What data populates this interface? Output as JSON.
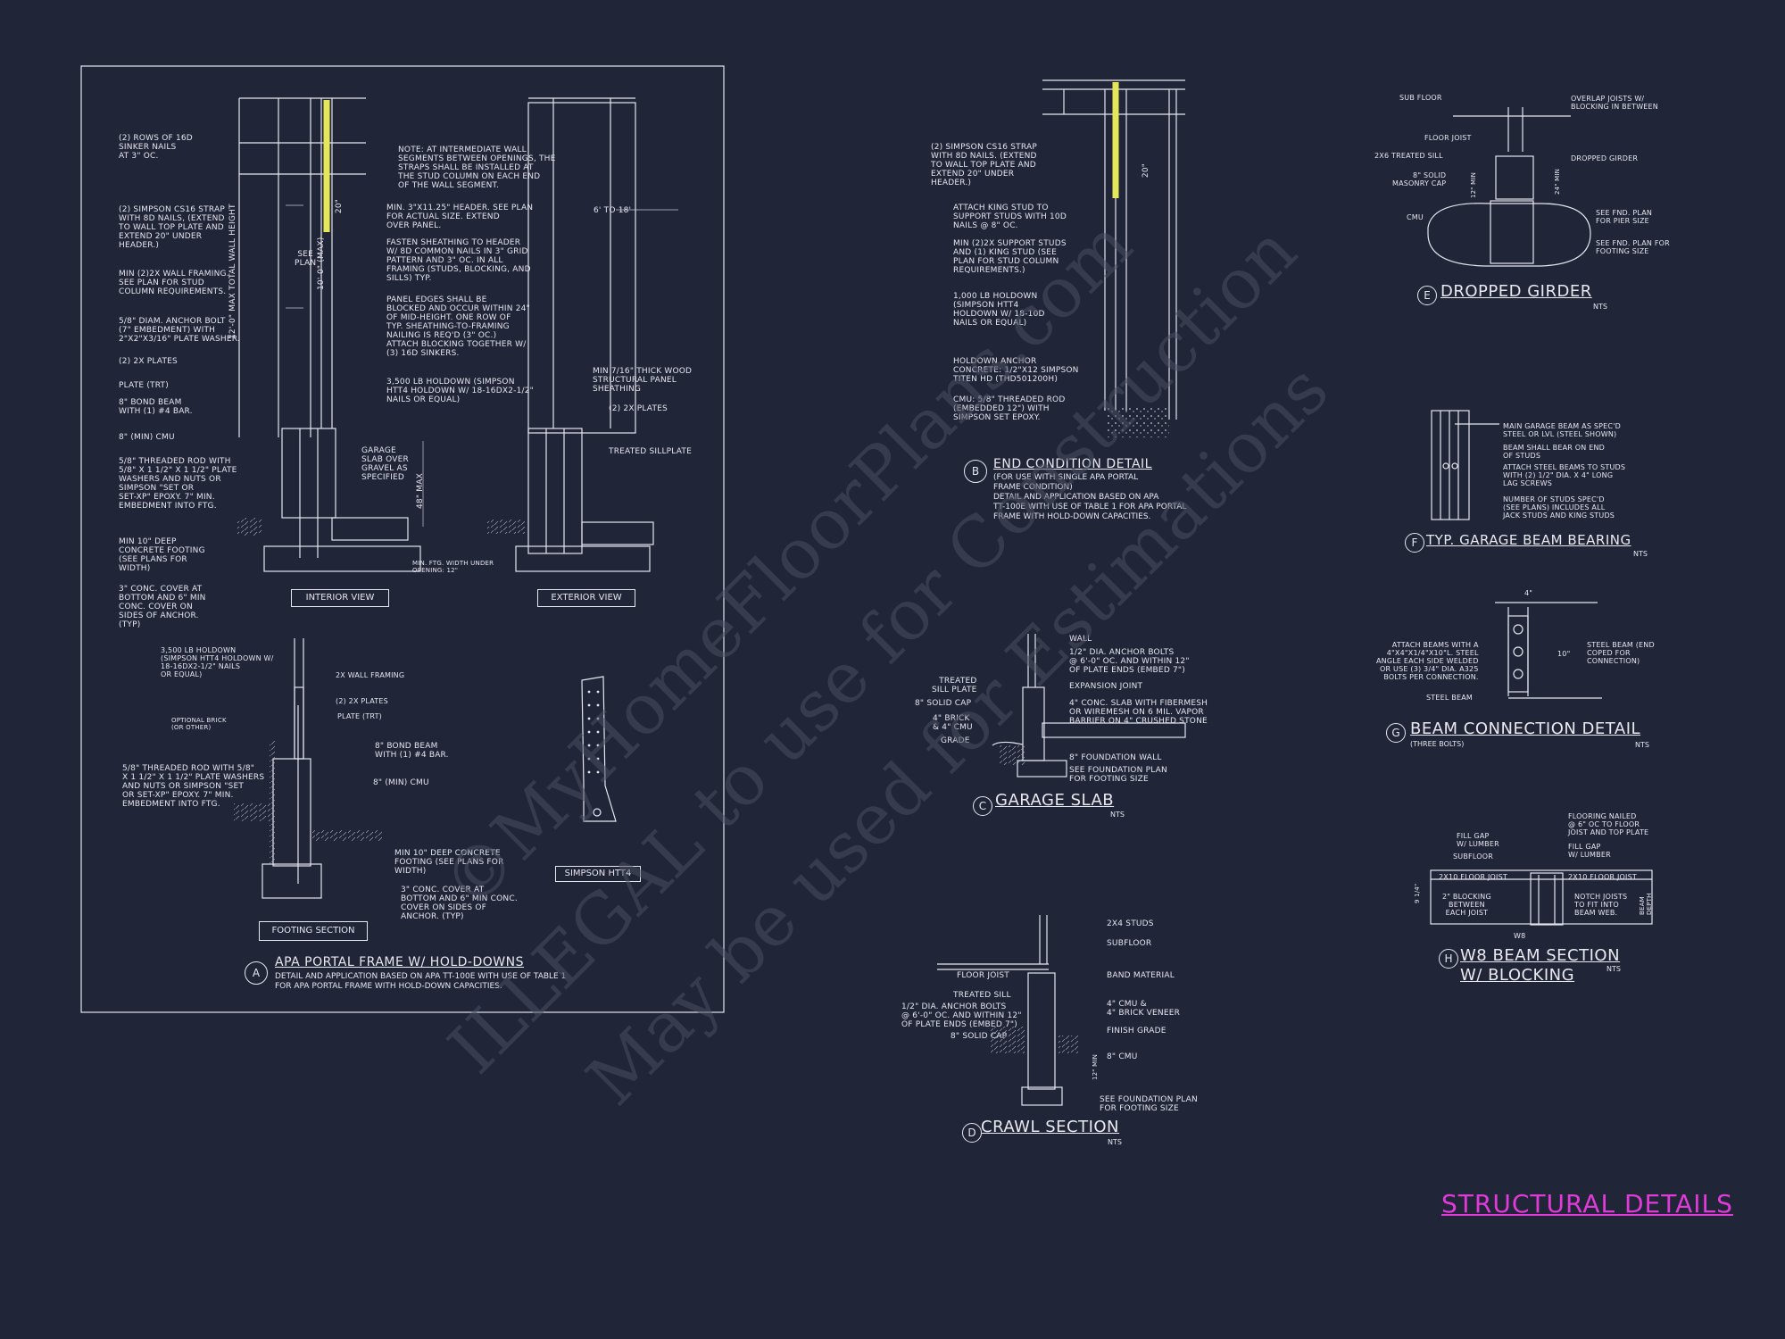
{
  "sheet_title": "STRUCTURAL DETAILS",
  "watermark": {
    "line1": "©MyHomeFloorPlans.com",
    "line2": "ILLEGAL to use for Construction",
    "line3": "May be used for Estimations"
  },
  "detail_a": {
    "bubble": "A",
    "title": "APA PORTAL FRAME W/ HOLD-DOWNS",
    "subtitle": "DETAIL AND APPLICATION BASED ON APA TT-100E WITH USE OF TABLE 1\nFOR APA PORTAL FRAME WITH HOLD-DOWN CAPACITIES.",
    "interior_view": "INTERIOR VIEW",
    "exterior_view": "EXTERIOR VIEW",
    "footing_section": "FOOTING SECTION",
    "simpson_htt4": "SIMPSON HTT4",
    "see_plan": "SEE\nPLAN",
    "dim_20": "20\"",
    "dim_10_max": "10'-0\" (MAX)",
    "dim_12_max": "12'-0\" MAX TOTAL WALL HEIGHT",
    "dim_48_max": "48\" MAX",
    "dim_6_18": "6' TO 18'",
    "notes_left": [
      "(2) ROWS OF 16d\nSINKER NAILS\nAT 3\" OC.",
      "(2) SIMPSON CS16 STRAP\nWITH 8d NAILS, (EXTEND\nTO WALL TOP PLATE AND\nEXTEND 20\" UNDER\nHEADER.)",
      "MIN (2)2X WALL FRAMING.\nSEE PLAN FOR STUD\nCOLUMN REQUIREMENTS.",
      "5/8\" DIAM. ANCHOR BOLT\n(7\" EMBEDMENT) WITH\n2\"x2\"x3/16\" PLATE WASHER.",
      "(2) 2x PLATES",
      "PLATE (TRT)",
      "8\" BOND BEAM\nWITH (1) #4 BAR.",
      "8\" (MIN) CMU",
      "5/8\" THREADED ROD WITH\n5/8\" x 1 1/2\" x 1 1/2\" PLATE\nWASHERS AND NUTS OR\nSIMPSON \"SET OR\nSET-XP\" EPOXY. 7\" MIN.\nEMBEDMENT INTO FTG.",
      "MIN 10\" DEEP\nCONCRETE FOOTING\n(SEE PLANS FOR\nWIDTH)",
      "3\" CONC. COVER AT\nBOTTOM AND 6\" MIN\nCONC. COVER ON\nSIDES OF ANCHOR.\n(TYP)"
    ],
    "notes_mid": [
      "NOTE: AT INTERMEDIATE WALL\nSEGMENTS BETWEEN OPENINGS, THE\nSTRAPS SHALL BE INSTALLED AT\nTHE STUD COLUMN ON EACH END\nOF THE WALL SEGMENT.",
      "MIN. 3\"x11.25\" HEADER. SEE PLAN\nFOR ACTUAL SIZE. EXTEND\nOVER PANEL.",
      "FASTEN SHEATHING TO HEADER\nW/ 8d COMMON NAILS IN 3\" GRID\nPATTERN AND 3\" OC. IN ALL\nFRAMING (STUDS, BLOCKING, AND\nSILLS) TYP.",
      "PANEL EDGES SHALL BE\nBLOCKED AND OCCUR WITHIN 24\"\nOF MID-HEIGHT. ONE ROW OF\nTYP. SHEATHING-TO-FRAMING\nNAILING IS REQ'D (3\" OC.)\nATTACH BLOCKING TOGETHER W/\n(3) 16d SINKERS.",
      "3,500 LB HOLDOWN (SIMPSON\nHTT4 HOLDOWN W/ 18-16dx2-1/2\"\nNAILS OR EQUAL)",
      "GARAGE\nSLAB OVER\nGRAVEL AS\nSPECIFIED",
      "MIN. FTG. WIDTH UNDER\nOPENING: 12\""
    ],
    "notes_right": [
      "MIN 7/16\" THICK WOOD\nSTRUCTURAL PANEL\nSHEATHING",
      "(2) 2x PLATES",
      "TREATED SILLPLATE"
    ],
    "notes_footing": [
      "3,500 LB HOLDOWN\n(SIMPSON HTT4 HOLDOWN W/\n18-16dx2-1/2\" NAILS\nOR EQUAL)",
      "2X WALL FRAMING",
      "(2) 2x PLATES",
      "PLATE (TRT)",
      "OPTIONAL BRICK\n(OR OTHER)",
      "8\" BOND BEAM\nWITH (1) #4 BAR.",
      "8\" (MIN) CMU",
      "5/8\" THREADED ROD WITH 5/8\"\nx 1 1/2\" x 1 1/2\" PLATE WASHERS\nAND NUTS OR SIMPSON \"SET\nOR SET-XP\" EPOXY. 7\" MIN.\nEMBEDMENT INTO FTG.",
      "MIN 10\" DEEP CONCRETE\nFOOTING (SEE PLANS FOR\nWIDTH)",
      "3\" CONC. COVER AT\nBOTTOM AND 6\" MIN CONC.\nCOVER ON SIDES OF\nANCHOR. (TYP)"
    ]
  },
  "detail_b": {
    "bubble": "B",
    "title": "END CONDITION DETAIL",
    "subtitle": "(FOR USE WITH SINGLE APA PORTAL\nFRAME CONDITION)\nDETAIL AND APPLICATION BASED ON APA\nTT-100E WITH USE OF TABLE 1 FOR APA PORTAL\nFRAME WITH HOLD-DOWN CAPACITIES.",
    "dim_20": "20\"",
    "notes": [
      "(2) SIMPSON CS16 STRAP\nWITH 8d NAILS. (EXTEND\nTO WALL TOP PLATE AND\nEXTEND 20\" UNDER\nHEADER.)",
      "ATTACH KING STUD TO\nSUPPORT STUDS WITH 10d\nNAILS @ 8\" OC.",
      "MIN (2)2X SUPPORT STUDS\nAND (1) KING STUD (SEE\nPLAN FOR STUD COLUMN\nREQUIREMENTS.)",
      "1,000 LB HOLDOWN\n(SIMPSON HTT4\nHOLDOWN W/ 18-10d\nNAILS OR EQUAL)",
      "HOLDOWN ANCHOR\nCONCRETE: 1/2\"x12 SIMPSON\nTITEN HD (THD501200H)",
      "CMU: 5/8\" THREADED ROD\n(EMBEDDED 12\") WITH\nSIMPSON SET EPOXY."
    ]
  },
  "detail_c": {
    "bubble": "C",
    "title": "GARAGE SLAB",
    "nts": "NTS",
    "notes_left": [
      "TREATED\nSILL PLATE",
      "8\" SOLID CAP",
      "4\" BRICK\n& 4\" CMU",
      "GRADE"
    ],
    "notes_right": [
      "WALL",
      "1/2\" DIA. ANCHOR BOLTS\n@ 6'-0\" OC. AND WITHIN 12\"\nOF PLATE ENDS (EMBED 7\")",
      "EXPANSION JOINT",
      "4\" CONC. SLAB WITH FIBERMESH\nOR WIREMESH ON 6 MIL. VAPOR\nBARRIER ON 4\" CRUSHED STONE",
      "8\" FOUNDATION WALL",
      "SEE FOUNDATION PLAN\nFOR FOOTING SIZE"
    ]
  },
  "detail_d": {
    "bubble": "D",
    "title": "CRAWL SECTION",
    "nts": "NTS",
    "dim_12_min": "12\" MIN",
    "notes_left": [
      "FLOOR JOIST",
      "TREATED SILL",
      "1/2\" DIA. ANCHOR BOLTS\n@ 6'-0\" OC. AND WITHIN 12\"\nOF PLATE ENDS (EMBED 7\")",
      "8\" SOLID CAP"
    ],
    "notes_right": [
      "2x4 STUDS",
      "SUBFLOOR",
      "BAND MATERIAL",
      "4\" CMU &\n4\" BRICK VENEER",
      "FINISH GRADE",
      "8\" CMU",
      "SEE FOUNDATION PLAN\nFOR FOOTING SIZE"
    ]
  },
  "detail_e": {
    "bubble": "E",
    "title": "DROPPED GIRDER",
    "nts": "NTS",
    "dim_12_min": "12\" MIN",
    "dim_24_min": "24\" MIN",
    "notes_left": [
      "SUB FLOOR",
      "FLOOR JOIST",
      "2x6 TREATED SILL",
      "8\" SOLID\nMASONRY CAP",
      "CMU"
    ],
    "notes_right": [
      "OVERLAP JOISTS W/\nBLOCKING IN BETWEEN",
      "DROPPED GIRDER",
      "SEE FND. PLAN\nFOR PIER SIZE",
      "SEE FND. PLAN FOR\nFOOTING SIZE"
    ]
  },
  "detail_f": {
    "bubble": "F",
    "title": "TYP. GARAGE BEAM BEARING",
    "nts": "NTS",
    "notes": [
      "MAIN GARAGE BEAM AS SPEC'D\nSTEEL OR LVL (STEEL SHOWN)",
      "BEAM SHALL BEAR ON END\nOF STUDS",
      "ATTACH STEEL BEAMS TO STUDS\nWITH (2) 1/2\" DIA. x 4\" LONG\nLAG SCREWS",
      "NUMBER OF STUDS SPEC'D\n(SEE PLANS) INCLUDES ALL\nJACK STUDS AND KING STUDS"
    ]
  },
  "detail_g": {
    "bubble": "G",
    "title": "BEAM CONNECTION DETAIL",
    "subtitle": "(THREE BOLTS)",
    "nts": "NTS",
    "dim_4": "4\"",
    "dim_10": "10\"",
    "notes_left": [
      "ATTACH BEAMS WITH A\n4\"x4\"x1/4\"x10\"L. STEEL\nANGLE EACH SIDE WELDED\nOR USE (3) 3/4\" DIA. A325\nBOLTS PER CONNECTION.",
      "STEEL BEAM"
    ],
    "notes_right": [
      "STEEL BEAM (END\nCOPED FOR\nCONNECTION)"
    ]
  },
  "detail_h": {
    "bubble": "H",
    "title_line1": "W8 BEAM SECTION",
    "title_line2": "W/ BLOCKING",
    "nts": "NTS",
    "dim_9_1_4": "9 1/4\"",
    "dim_beam_depth": "BEAM\nDEPTH",
    "notes_left": [
      "FILL GAP\nW/ LUMBER",
      "SUBFLOOR",
      "2x10 FLOOR JOIST",
      "2\" BLOCKING\nBETWEEN\nEACH JOIST",
      "W8"
    ],
    "notes_right": [
      "FLOORING NAILED\n@ 6\" OC TO FLOOR\nJOIST AND TOP PLATE",
      "FILL GAP\nW/ LUMBER",
      "2x10 FLOOR JOIST",
      "NOTCH JOISTS\nTO FIT INTO\nBEAM WEB."
    ]
  }
}
